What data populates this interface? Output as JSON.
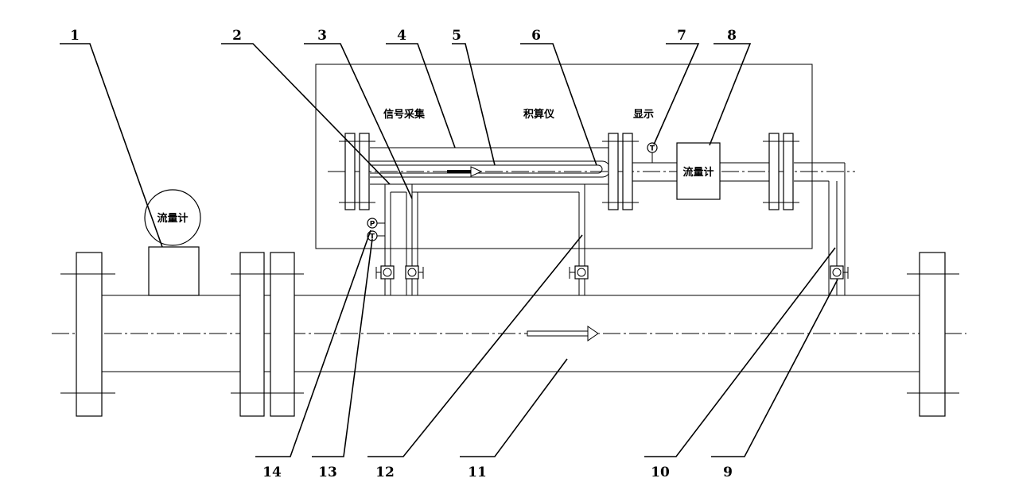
{
  "labels": {
    "signal_collection": "信号采集",
    "integrator": "积算仪",
    "display": "显示",
    "flowmeter_main": "流量计",
    "flowmeter_box": "流量计"
  },
  "gauges": {
    "gauge_7": "T",
    "gauge_14": "P",
    "gauge_13": "T"
  },
  "callouts": {
    "c1": "1",
    "c2": "2",
    "c3": "3",
    "c4": "4",
    "c5": "5",
    "c6": "6",
    "c7": "7",
    "c8": "8",
    "c9": "9",
    "c10": "10",
    "c11": "11",
    "c12": "12",
    "c13": "13",
    "c14": "14"
  }
}
